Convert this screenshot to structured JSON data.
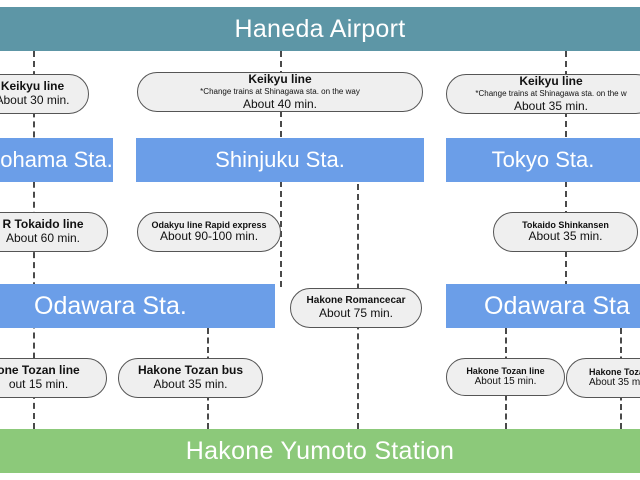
{
  "origin": "Haneda Airport",
  "destination": "Hakone Yumoto Station",
  "stations": {
    "yokohama": "ohama Sta.",
    "shinjuku": "Shinjuku Sta.",
    "tokyo": "Tokyo Sta.",
    "odawara_left": "Odawara Sta.",
    "odawara_right": "Odawara Sta"
  },
  "routes": {
    "keikyu_left": {
      "line": "Keikyu line",
      "time": "About 30 min."
    },
    "keikyu_center": {
      "line": "Keikyu line",
      "note": "*Change trains at Shinagawa sta. on the way",
      "time": "About 40 min."
    },
    "keikyu_right": {
      "line": "Keikyu line",
      "note": "*Change trains at Shinagawa sta. on the w",
      "time": "About 35 min."
    },
    "jr_tokaido": {
      "line": "R Tokaido line",
      "time": "About 60 min."
    },
    "odakyu": {
      "line": "Odakyu line Rapid express",
      "time": "About 90-100 min."
    },
    "shinkansen": {
      "line": "Tokaido Shinkansen",
      "time": "About 35 min."
    },
    "romancecar": {
      "line": "Hakone Romancecar",
      "time": "About 75 min."
    },
    "tozan_line_left": {
      "line": "one Tozan line",
      "time": "out 15 min."
    },
    "tozan_bus_left": {
      "line": "Hakone Tozan bus",
      "time": "About 35 min."
    },
    "tozan_line_right": {
      "line": "Hakone Tozan line",
      "time": "About 15 min."
    },
    "tozan_bus_right": {
      "line": "Hakone Tozan",
      "time": "About 35 m"
    }
  },
  "colors": {
    "origin_band": "#5d96a6",
    "station_box": "#6b9ee8",
    "destination_band": "#8cc97a",
    "pill_fill": "#efefef"
  }
}
